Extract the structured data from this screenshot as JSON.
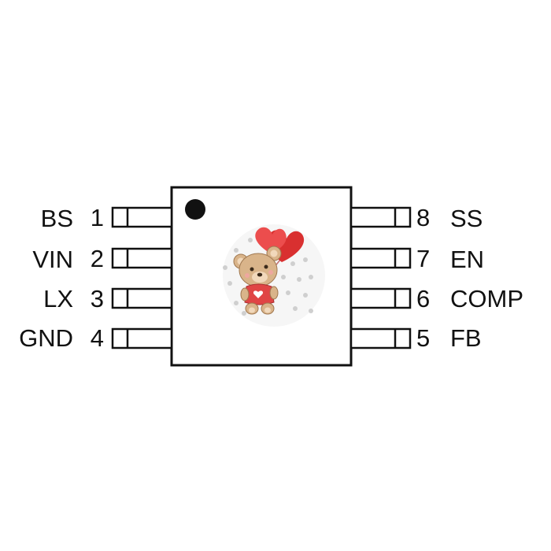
{
  "chip": {
    "pins_left": [
      {
        "number": "1",
        "name": "BS"
      },
      {
        "number": "2",
        "name": "VIN"
      },
      {
        "number": "3",
        "name": "LX"
      },
      {
        "number": "4",
        "name": "GND"
      }
    ],
    "pins_right": [
      {
        "number": "8",
        "name": "SS"
      },
      {
        "number": "7",
        "name": "EN"
      },
      {
        "number": "6",
        "name": "COMP"
      },
      {
        "number": "5",
        "name": "FB"
      }
    ]
  },
  "colors": {
    "outline": "#111111",
    "background": "#ffffff",
    "balloon": "#e23b3b",
    "bear_fur": "#d9b48a",
    "bear_shirt": "#e04545"
  },
  "icons": {
    "pin1_marker": "filled-circle",
    "logo": "teddy-bear-with-heart-balloons"
  }
}
